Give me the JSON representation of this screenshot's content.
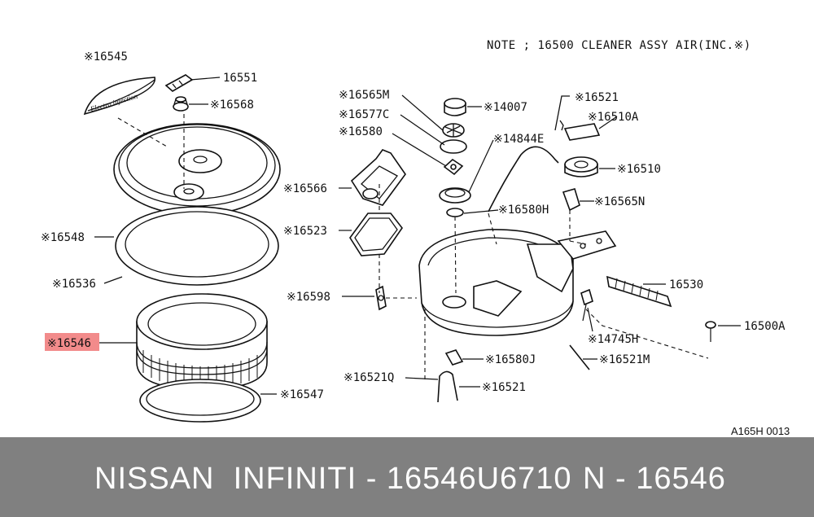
{
  "note": "NOTE ; 16500  CLEANER ASSY AIR(INC.※)",
  "drawing_ref": "A165H 0013",
  "highlight_color": "#f28b8b",
  "footer": {
    "background": "#808080",
    "part_text": "NISSAN  INFINITI - 16546U6710",
    "ref_text": "N - 16546"
  },
  "labels": {
    "l16545": "※16545",
    "l16551": "16551",
    "l16568": "※16568",
    "l16548": "※16548",
    "l16536": "※16536",
    "l16546": "※16546",
    "l16547": "※16547",
    "l16565M": "※16565M",
    "l16577C": "※16577C",
    "l16580": "※16580",
    "l14007": "※14007",
    "l14844E": "※14844E",
    "l16566": "※16566",
    "l16523": "※16523",
    "l16580H": "※16580H",
    "l16521a": "※16521",
    "l16510A": "※16510A",
    "l16510": "※16510",
    "l16565N": "※16565N",
    "l16530": "16530",
    "l16598": "※16598",
    "l14745H": "※14745H",
    "l16500A": "16500A",
    "l16580J": "※16580J",
    "l16521M": "※16521M",
    "l16521Q": "※16521Q",
    "l16521b": "※16521"
  },
  "decal_text": "Electro injection"
}
